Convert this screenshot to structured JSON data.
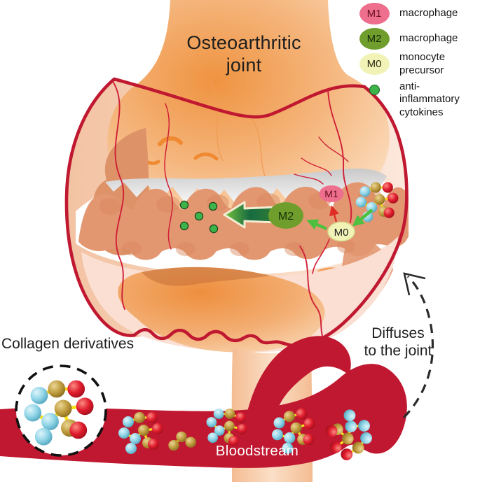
{
  "title": "Osteoarthritic\njoint",
  "legend": {
    "items": [
      {
        "marker": "M1",
        "label": "macrophage"
      },
      {
        "marker": "M2",
        "label": "macrophage"
      },
      {
        "marker": "M0",
        "label": "monocyte precursor"
      },
      {
        "marker": "",
        "label": "anti-inflammatory\ncytokines"
      }
    ]
  },
  "joint": {
    "m1_label": "M1",
    "m2_label": "M2",
    "m0_label": "M0"
  },
  "annotations": {
    "collagen": "Collagen derivatives",
    "diffuses": "Diffuses\nto the joint",
    "bloodstream": "Bloodstream"
  },
  "colors": {
    "capsule": "#c01830",
    "capillary": "#cf2038",
    "bone_orange": "#f0923f",
    "bone_light": "#fbdcbd",
    "synovium_light": "#f3c3a3",
    "synovium_pale": "#fce8dc",
    "pannus": "#e39771",
    "pannus_dark": "#d8875c",
    "cartilage_gray": "#c9c9c9",
    "cytokine_green": "#3cb44a",
    "arrow_green": "#4fbf3f",
    "arrow_red": "#e02d26",
    "m1_pink": "#ee6e8d",
    "m2_green": "#6f9e2c",
    "m0_yellow": "#f1f3b6",
    "atom_cyan": "#8fd4e6",
    "atom_gold": "#bf9c3e",
    "atom_red": "#e01b2c",
    "bond_yellow": "#f7e11c",
    "ink": "#1e1e1e"
  }
}
